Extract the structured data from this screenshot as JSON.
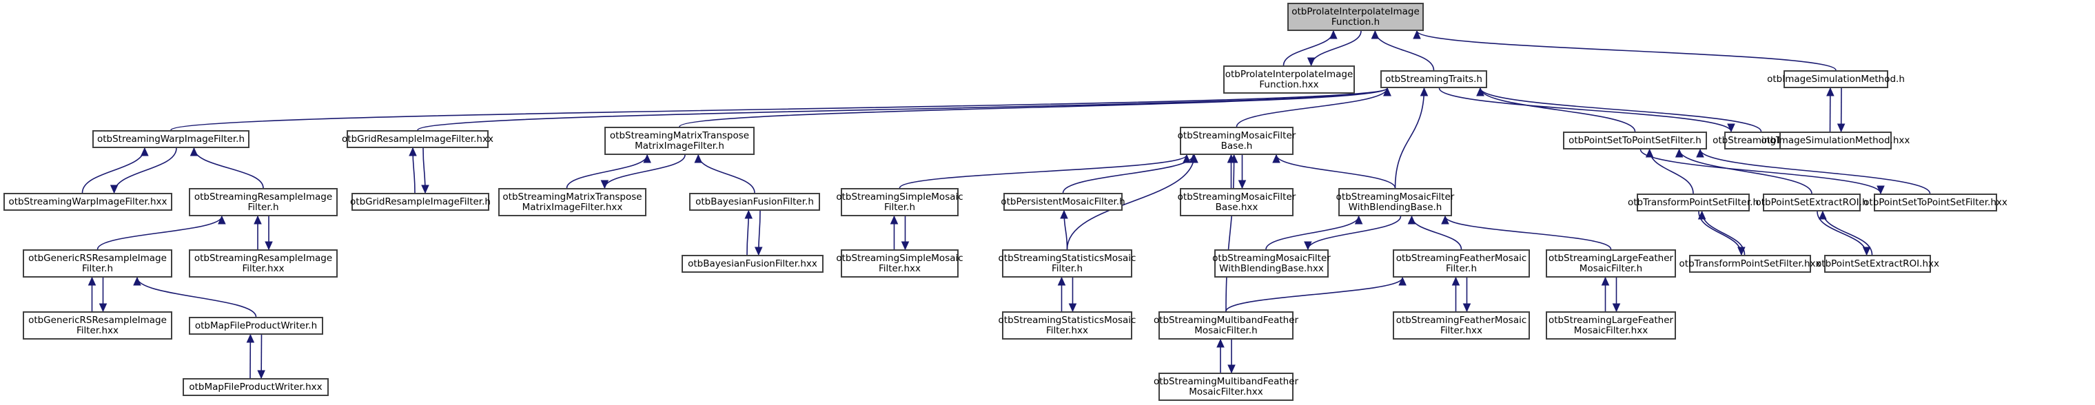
{
  "graph": {
    "title": "otbProlateInterpolateImageFunction.h include dependency graph",
    "edge_color": "#191970",
    "root_fill": "#bfbfbf",
    "nodes": [
      {
        "id": "n0",
        "label": "otbProlateInterpolateImage\nFunction.h",
        "root": true
      },
      {
        "id": "n1",
        "label": "otbProlateInterpolateImage\nFunction.hxx"
      },
      {
        "id": "n2",
        "label": "otbStreamingTraits.h"
      },
      {
        "id": "n3",
        "label": "otbImageSimulationMethod.h"
      },
      {
        "id": "n4",
        "label": "otbStreamingWarpImageFilter.h"
      },
      {
        "id": "n5",
        "label": "otbGridResampleImageFilter.hxx"
      },
      {
        "id": "n6",
        "label": "otbStreamingMatrixTranspose\nMatrixImageFilter.h"
      },
      {
        "id": "n7",
        "label": "otbStreamingMosaicFilter\nBase.h"
      },
      {
        "id": "n8",
        "label": "otbPointSetToPointSetFilter.h"
      },
      {
        "id": "n9",
        "label": "otbStreamingTraits.hxx"
      },
      {
        "id": "n10",
        "label": "otbImageSimulationMethod.hxx"
      },
      {
        "id": "n11",
        "label": "otbStreamingWarpImageFilter.hxx"
      },
      {
        "id": "n12",
        "label": "otbStreamingResampleImage\nFilter.h"
      },
      {
        "id": "n13",
        "label": "otbGridResampleImageFilter.h"
      },
      {
        "id": "n14",
        "label": "otbStreamingMatrixTranspose\nMatrixImageFilter.hxx"
      },
      {
        "id": "n15",
        "label": "otbBayesianFusionFilter.h"
      },
      {
        "id": "n16",
        "label": "otbStreamingSimpleMosaic\nFilter.h"
      },
      {
        "id": "n17",
        "label": "otbPersistentMosaicFilter.h"
      },
      {
        "id": "n18",
        "label": "otbStreamingMosaicFilter\nBase.hxx"
      },
      {
        "id": "n19",
        "label": "otbStreamingMosaicFilter\nWithBlendingBase.h"
      },
      {
        "id": "n20",
        "label": "otbTransformPointSetFilter.h"
      },
      {
        "id": "n21",
        "label": "otbPointSetExtractROI.h"
      },
      {
        "id": "n22",
        "label": "otbPointSetToPointSetFilter.hxx"
      },
      {
        "id": "n23",
        "label": "otbGenericRSResampleImage\nFilter.h"
      },
      {
        "id": "n24",
        "label": "otbStreamingResampleImage\nFilter.hxx"
      },
      {
        "id": "n25",
        "label": "otbBayesianFusionFilter.hxx"
      },
      {
        "id": "n26",
        "label": "otbStreamingSimpleMosaic\nFilter.hxx"
      },
      {
        "id": "n27",
        "label": "otbStreamingStatisticsMosaic\nFilter.h"
      },
      {
        "id": "n28",
        "label": "otbStreamingMosaicFilter\nWithBlendingBase.hxx"
      },
      {
        "id": "n29",
        "label": "otbStreamingFeatherMosaic\nFilter.h"
      },
      {
        "id": "n30",
        "label": "otbStreamingLargeFeather\nMosaicFilter.h"
      },
      {
        "id": "n31",
        "label": "otbTransformPointSetFilter.hxx"
      },
      {
        "id": "n32",
        "label": "otbPointSetExtractROI.hxx"
      },
      {
        "id": "n33",
        "label": "otbGenericRSResampleImage\nFilter.hxx"
      },
      {
        "id": "n34",
        "label": "otbMapFileProductWriter.h"
      },
      {
        "id": "n35",
        "label": "otbStreamingStatisticsMosaic\nFilter.hxx"
      },
      {
        "id": "n36",
        "label": "otbStreamingMultibandFeather\nMosaicFilter.h"
      },
      {
        "id": "n37",
        "label": "otbStreamingFeatherMosaic\nFilter.hxx"
      },
      {
        "id": "n38",
        "label": "otbStreamingLargeFeather\nMosaicFilter.hxx"
      },
      {
        "id": "n39",
        "label": "otbMapFileProductWriter.hxx"
      },
      {
        "id": "n40",
        "label": "otbStreamingMultibandFeather\nMosaicFilter.hxx"
      }
    ],
    "edges": [
      {
        "from": "n1",
        "to": "n0"
      },
      {
        "from": "n0",
        "to": "n1"
      },
      {
        "from": "n2",
        "to": "n0"
      },
      {
        "from": "n3",
        "to": "n0"
      },
      {
        "from": "n4",
        "to": "n2"
      },
      {
        "from": "n5",
        "to": "n2"
      },
      {
        "from": "n6",
        "to": "n2"
      },
      {
        "from": "n7",
        "to": "n2"
      },
      {
        "from": "n19",
        "to": "n2"
      },
      {
        "from": "n8",
        "to": "n2"
      },
      {
        "from": "n9",
        "to": "n2"
      },
      {
        "from": "n2",
        "to": "n9"
      },
      {
        "from": "n10",
        "to": "n3"
      },
      {
        "from": "n3",
        "to": "n10"
      },
      {
        "from": "n11",
        "to": "n4"
      },
      {
        "from": "n4",
        "to": "n11"
      },
      {
        "from": "n12",
        "to": "n4"
      },
      {
        "from": "n13",
        "to": "n5"
      },
      {
        "from": "n5",
        "to": "n13"
      },
      {
        "from": "n14",
        "to": "n6"
      },
      {
        "from": "n6",
        "to": "n14"
      },
      {
        "from": "n15",
        "to": "n6"
      },
      {
        "from": "n16",
        "to": "n7"
      },
      {
        "from": "n17",
        "to": "n7"
      },
      {
        "from": "n18",
        "to": "n7"
      },
      {
        "from": "n7",
        "to": "n18"
      },
      {
        "from": "n19",
        "to": "n7"
      },
      {
        "from": "n27",
        "to": "n7"
      },
      {
        "from": "n36",
        "to": "n7"
      },
      {
        "from": "n20",
        "to": "n8"
      },
      {
        "from": "n21",
        "to": "n8"
      },
      {
        "from": "n22",
        "to": "n8"
      },
      {
        "from": "n8",
        "to": "n22"
      },
      {
        "from": "n23",
        "to": "n12"
      },
      {
        "from": "n24",
        "to": "n12"
      },
      {
        "from": "n12",
        "to": "n24"
      },
      {
        "from": "n25",
        "to": "n15"
      },
      {
        "from": "n15",
        "to": "n25"
      },
      {
        "from": "n26",
        "to": "n16"
      },
      {
        "from": "n16",
        "to": "n26"
      },
      {
        "from": "n27",
        "to": "n17"
      },
      {
        "from": "n28",
        "to": "n19"
      },
      {
        "from": "n19",
        "to": "n28"
      },
      {
        "from": "n29",
        "to": "n19"
      },
      {
        "from": "n30",
        "to": "n19"
      },
      {
        "from": "n31",
        "to": "n20"
      },
      {
        "from": "n20",
        "to": "n31"
      },
      {
        "from": "n32",
        "to": "n21"
      },
      {
        "from": "n21",
        "to": "n32"
      },
      {
        "from": "n33",
        "to": "n23"
      },
      {
        "from": "n23",
        "to": "n33"
      },
      {
        "from": "n34",
        "to": "n23"
      },
      {
        "from": "n35",
        "to": "n27"
      },
      {
        "from": "n27",
        "to": "n35"
      },
      {
        "from": "n36",
        "to": "n29"
      },
      {
        "from": "n37",
        "to": "n29"
      },
      {
        "from": "n29",
        "to": "n37"
      },
      {
        "from": "n38",
        "to": "n30"
      },
      {
        "from": "n30",
        "to": "n38"
      },
      {
        "from": "n39",
        "to": "n34"
      },
      {
        "from": "n34",
        "to": "n39"
      },
      {
        "from": "n40",
        "to": "n36"
      },
      {
        "from": "n36",
        "to": "n40"
      }
    ]
  }
}
